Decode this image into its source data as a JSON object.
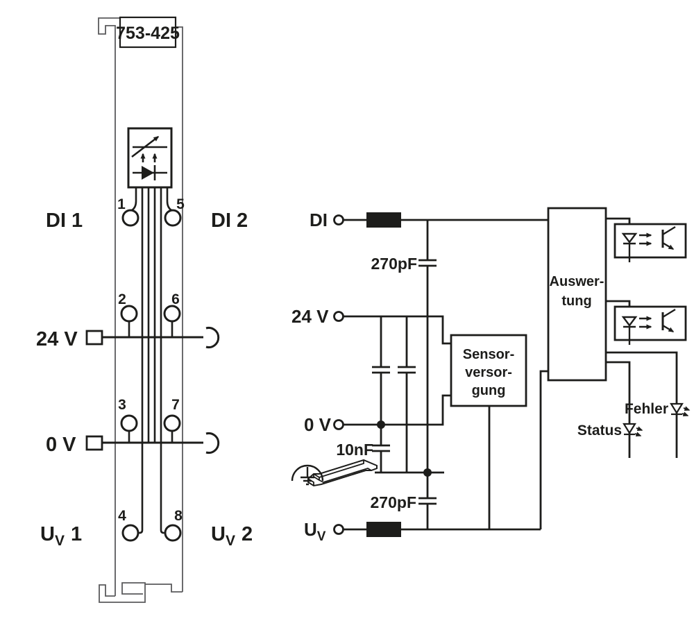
{
  "module": {
    "part_number": "753-425",
    "terminals": [
      "1",
      "2",
      "3",
      "4",
      "5",
      "6",
      "7",
      "8"
    ],
    "labels": {
      "di1": "DI 1",
      "di2": "DI 2",
      "v24": "24 V",
      "v0": "0 V",
      "uv1": {
        "main": "U",
        "sub": "V",
        "suffix": "1"
      },
      "uv2": {
        "main": "U",
        "sub": "V",
        "suffix": "2"
      }
    }
  },
  "circuit": {
    "inputs": {
      "di": "DI",
      "v24": "24 V",
      "v0": "0 V",
      "uv": {
        "main": "U",
        "sub": "V"
      }
    },
    "capacitors": {
      "di_filter": "270pF",
      "supply_filter": "10nF",
      "uv_filter": "270pF"
    },
    "blocks": {
      "sensor_supply": [
        "Sensor-",
        "versor-",
        "gung"
      ],
      "evaluation": [
        "Auswer-",
        "tung"
      ]
    },
    "leds": {
      "error": "Fehler",
      "status": "Status"
    }
  },
  "colors": {
    "line": "#1d1d1b",
    "module_outline": "#5a5a5c",
    "background": "#ffffff"
  }
}
